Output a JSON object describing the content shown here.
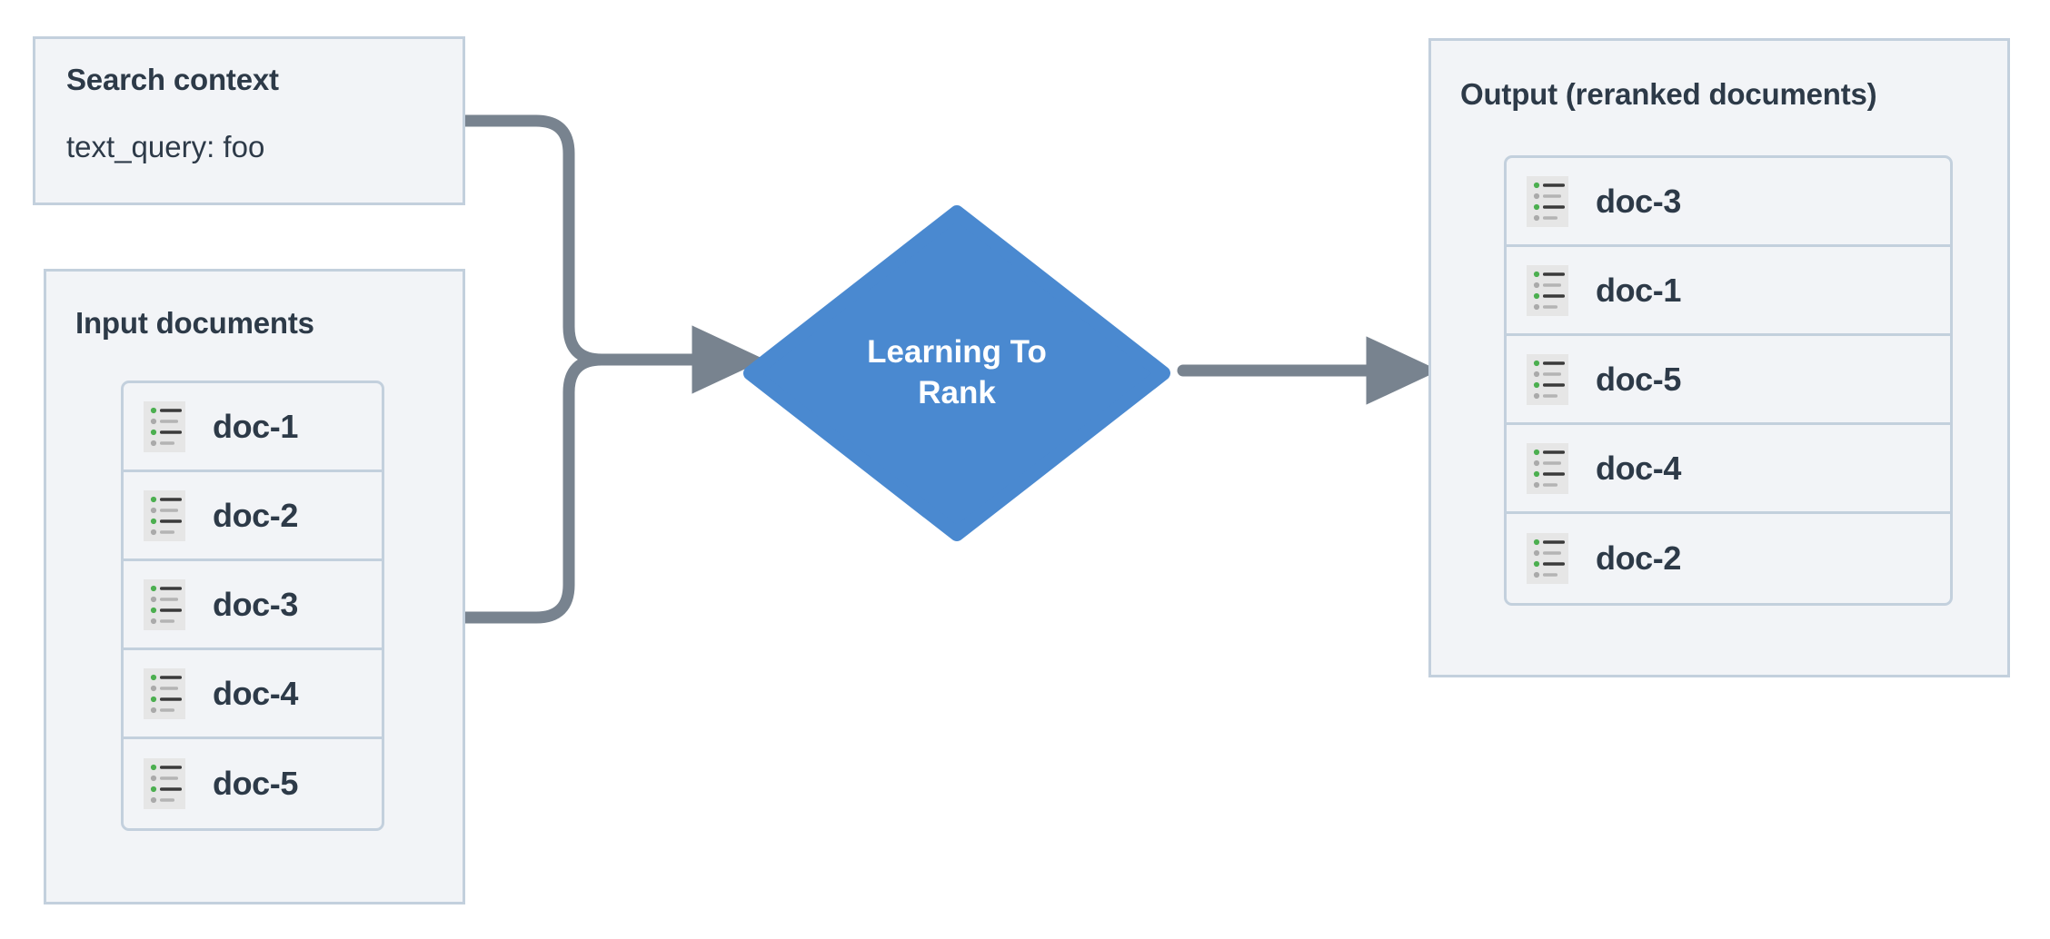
{
  "diagram": {
    "title": "Learning To Rank reranking flow",
    "colors": {
      "panel_bg": "#f2f4f7",
      "panel_border": "#c3d0dd",
      "text": "#2d3a48",
      "node_fill": "#4a89d0",
      "node_text": "#ffffff",
      "edge": "#78838f",
      "icon_bg": "#e6e6e6",
      "icon_bullet_active": "#4caf50",
      "icon_bullet_muted": "#aaaaaa",
      "icon_line_dark": "#3a3a3a",
      "icon_line_light": "#b4b4b4"
    }
  },
  "search_context": {
    "title": "Search context",
    "query_line": "text_query: foo"
  },
  "input_documents": {
    "title": "Input documents",
    "items": [
      {
        "label": "doc-1",
        "icon": "document-list-icon"
      },
      {
        "label": "doc-2",
        "icon": "document-list-icon"
      },
      {
        "label": "doc-3",
        "icon": "document-list-icon"
      },
      {
        "label": "doc-4",
        "icon": "document-list-icon"
      },
      {
        "label": "doc-5",
        "icon": "document-list-icon"
      }
    ]
  },
  "process_node": {
    "label_line1": "Learning To",
    "label_line2": "Rank",
    "shape": "diamond"
  },
  "output": {
    "title": "Output (reranked documents)",
    "items": [
      {
        "label": "doc-3",
        "icon": "document-list-icon"
      },
      {
        "label": "doc-1",
        "icon": "document-list-icon"
      },
      {
        "label": "doc-5",
        "icon": "document-list-icon"
      },
      {
        "label": "doc-4",
        "icon": "document-list-icon"
      },
      {
        "label": "doc-2",
        "icon": "document-list-icon"
      }
    ]
  },
  "edges": [
    {
      "name": "search-context-to-ltr",
      "from": "Search context",
      "to": "Learning To Rank",
      "arrow": true
    },
    {
      "name": "input-documents-to-ltr",
      "from": "Input documents",
      "to": "Learning To Rank",
      "arrow": true
    },
    {
      "name": "ltr-to-output",
      "from": "Learning To Rank",
      "to": "Output (reranked documents)",
      "arrow": true
    }
  ]
}
